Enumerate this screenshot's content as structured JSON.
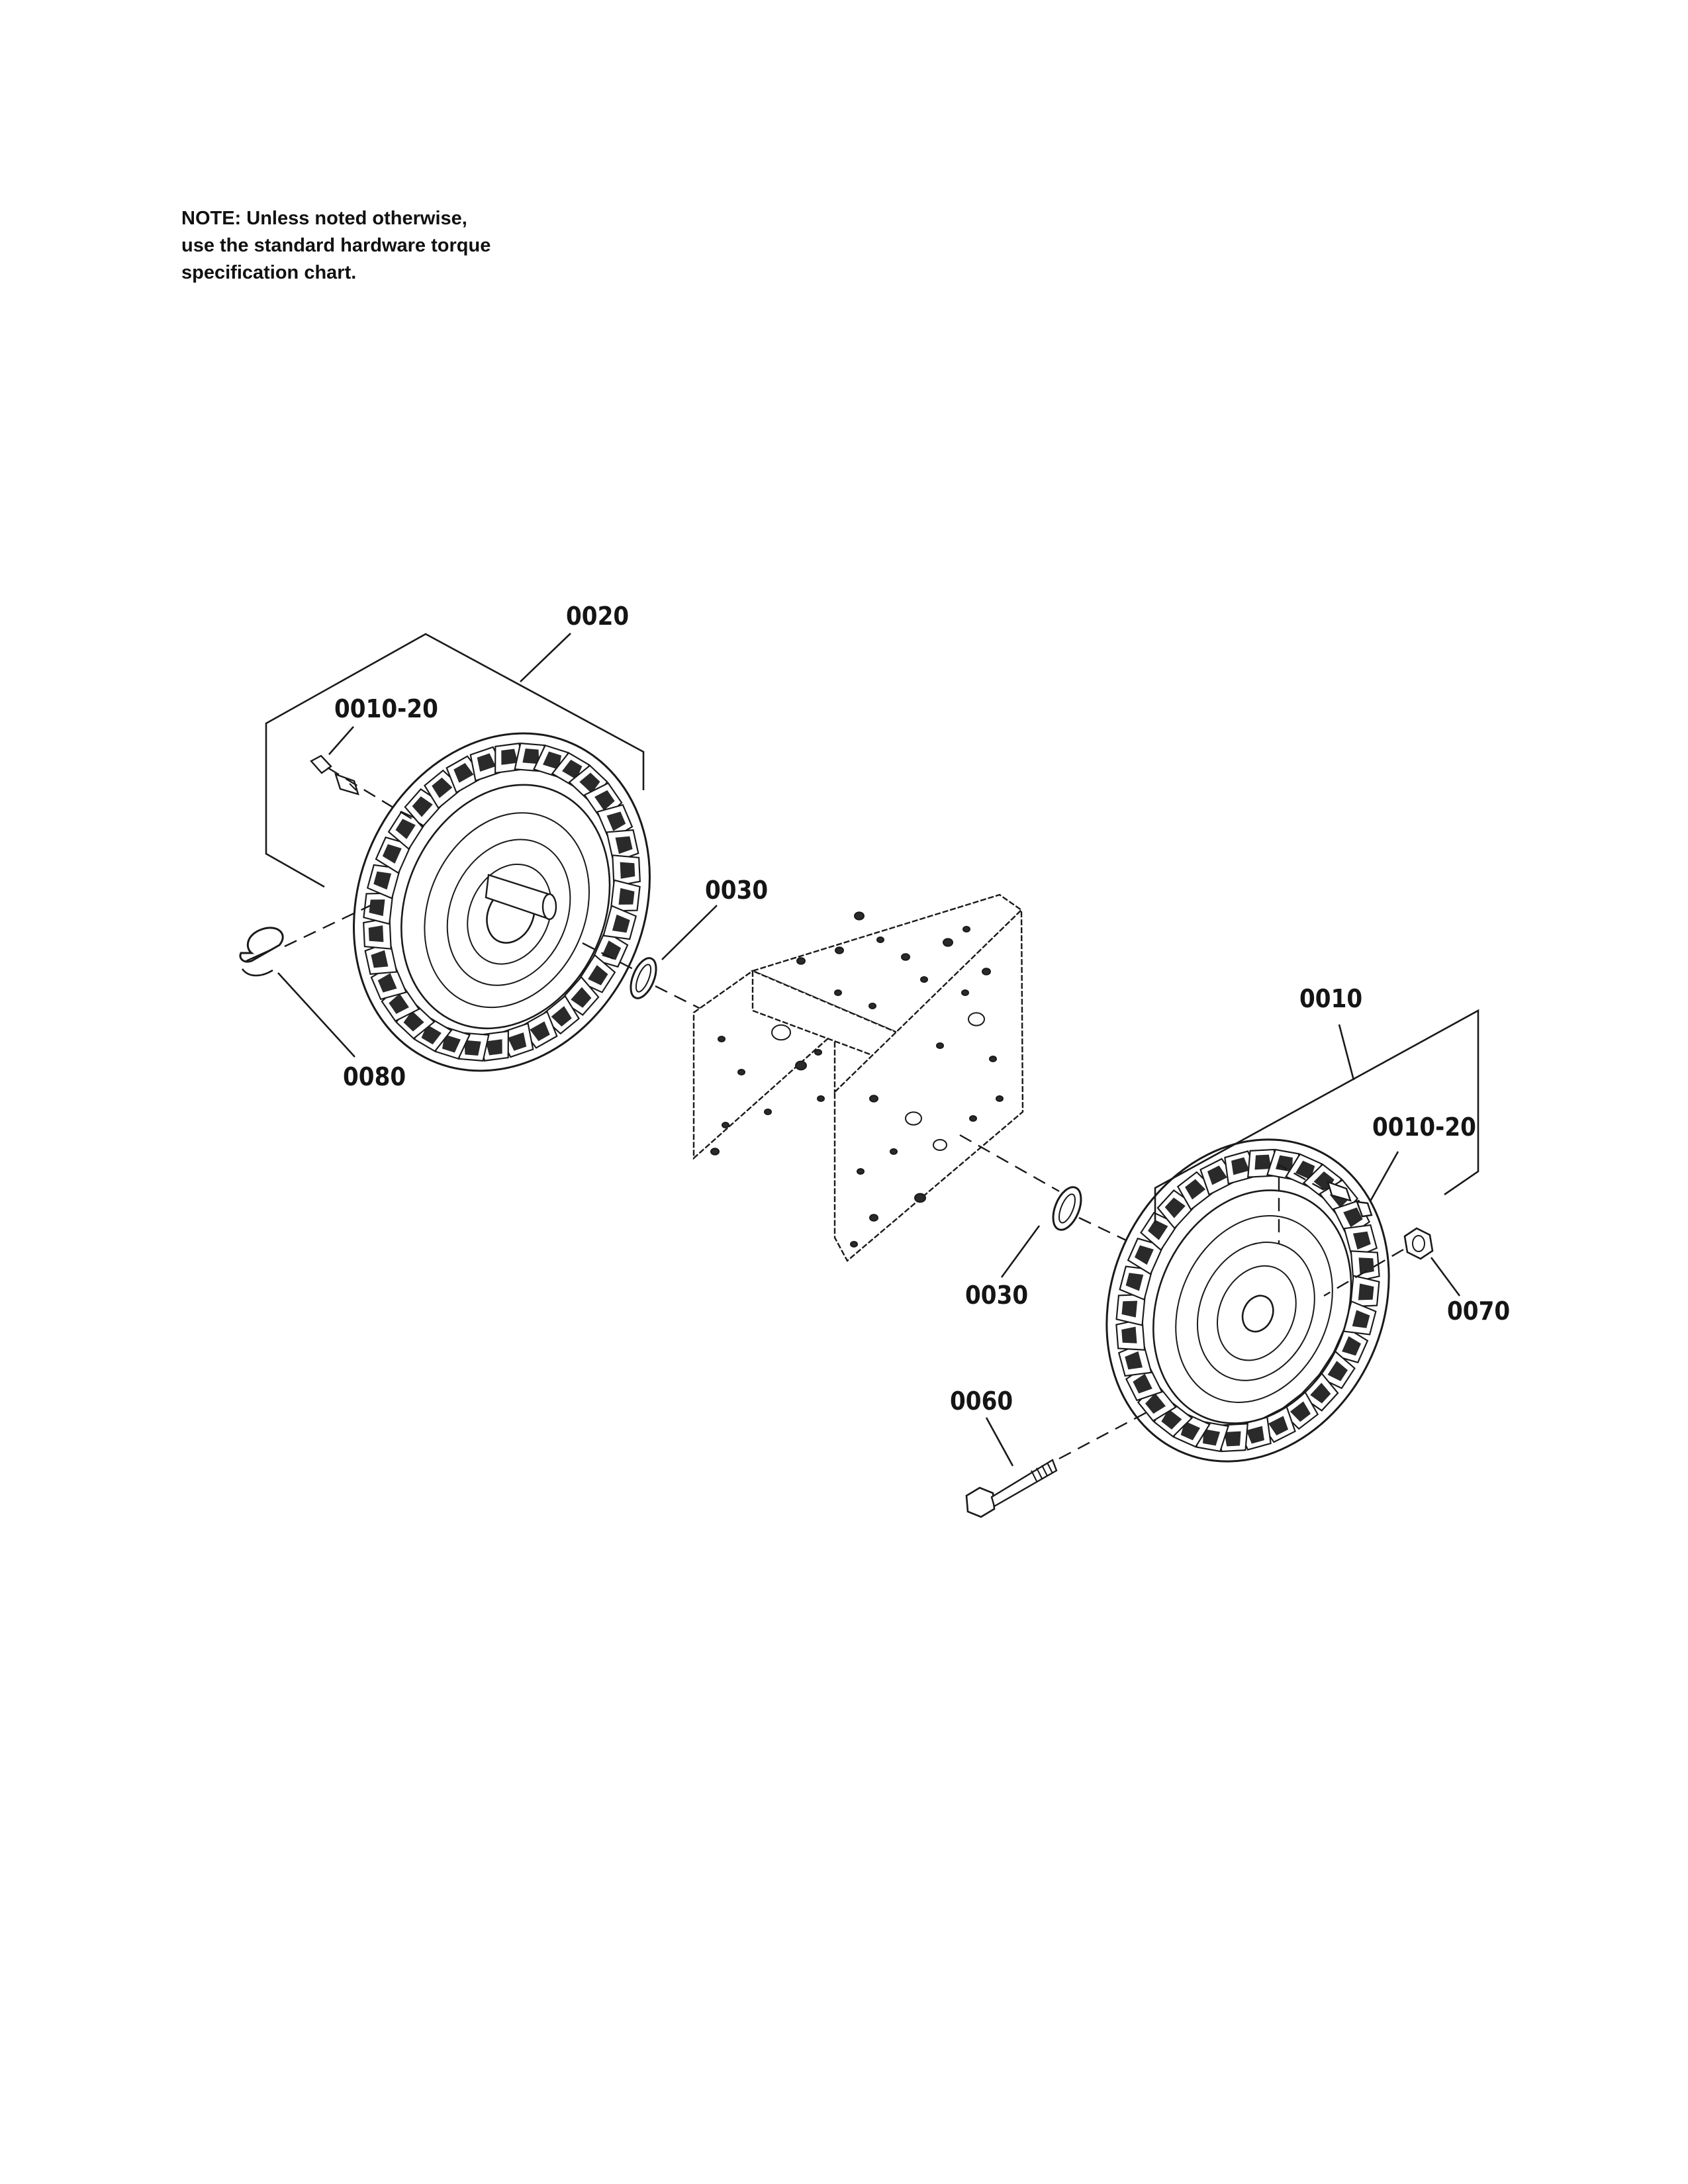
{
  "note": {
    "line1": "NOTE: Unless noted otherwise,",
    "line2": "use the standard hardware torque",
    "line3": "specification chart."
  },
  "callouts": {
    "wheel_assembly_left": "0020",
    "valve_left": "0010-20",
    "washer_left": "0030",
    "hairpin_clip": "0080",
    "wheel_assembly_right": "0010",
    "valve_right": "0010-20",
    "washer_right": "0030",
    "hex_nut": "0070",
    "hex_bolt": "0060"
  }
}
